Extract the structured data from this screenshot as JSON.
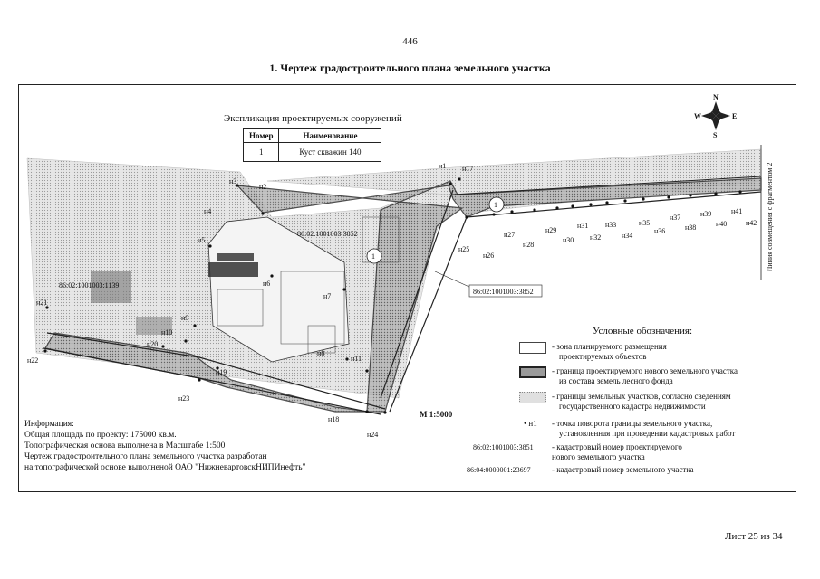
{
  "page_number": "446",
  "title": "1. Чертеж градостроительного плана земельного участка",
  "explication": {
    "title": "Экспликация проектируемых сооружений",
    "headers": [
      "Номер",
      "Наименование"
    ],
    "rows": [
      [
        "1",
        "Куст скважин 140"
      ]
    ]
  },
  "compass": {
    "n": "N",
    "s": "S",
    "w": "W",
    "e": "E"
  },
  "cadastral_labels": {
    "a": "86:02:1001003:3852",
    "b": "86:02:1001003:1139",
    "c": "86:02:1001003:3852"
  },
  "object_marker": "1",
  "edge_label": "Линия совмещения с фрагментом 2",
  "points": [
    "н1",
    "н2",
    "н3",
    "н4",
    "н5",
    "н6",
    "н7",
    "н8",
    "н9",
    "н10",
    "н11",
    "н17",
    "н18",
    "н19",
    "н20",
    "н21",
    "н22",
    "н23",
    "н24",
    "н25",
    "н26",
    "н27",
    "н28",
    "н29",
    "н30",
    "н31",
    "н32",
    "н33",
    "н34",
    "н35",
    "н36",
    "н37",
    "н38",
    "н39",
    "н40",
    "н41",
    "н42"
  ],
  "scale": "М 1:5000",
  "legend": {
    "title": "Условные обозначения:",
    "items": [
      {
        "text1": "- зона планируемого размещения",
        "text2": "проектируемых объектов",
        "color": "#ffffff"
      },
      {
        "text1": "- граница проектируемого нового земельного участка",
        "text2": "из состава земель лесного фонда",
        "color": "#9a9a9a"
      },
      {
        "text1": "- границы земельных участков, согласно сведениям",
        "text2": "государственного кадастра недвижимости",
        "color": "#d6d6d6"
      }
    ],
    "point_marker": "н1",
    "point_text1": "- точка поворота границы земельного участка,",
    "point_text2": "установленная при проведении кадастровых работ",
    "code_new": "86:02:1001003:3851",
    "code_new_text1": "- кадастровый номер проектируемого",
    "code_new_text2": "нового земельного участка",
    "code_exist": "86:04:0000001:23697",
    "code_exist_text": "- кадастровый номер земельного участка"
  },
  "info": {
    "heading": "Информация:",
    "lines": [
      "Общая площадь по проекту: 175000 кв.м.",
      "Топографическая основа выполнена в Масштабе 1:500",
      "Чертеж градостроительного плана земельного участка разработан",
      "на топографической основе выполненой ОАО \"НижневартовскНИПИнефть\""
    ]
  },
  "sheet": "Лист 25 из 34"
}
